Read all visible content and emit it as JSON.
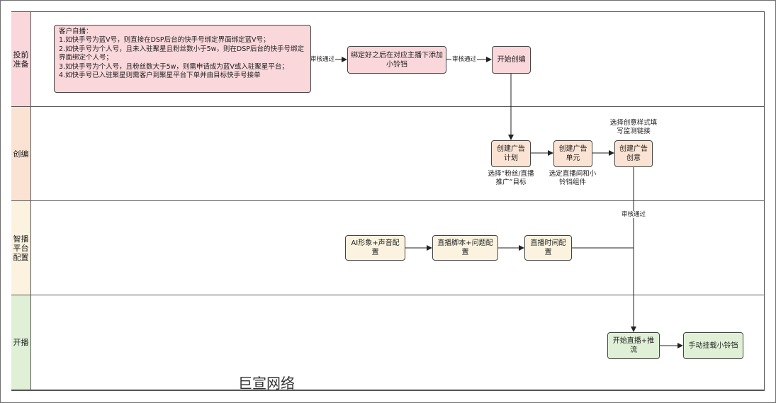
{
  "lanes": [
    {
      "label": "投前准备",
      "color": "#f9d7da"
    },
    {
      "label": "创编",
      "color": "#fbe3d3"
    },
    {
      "label": "智播平台配置",
      "color": "#fbf3e0"
    },
    {
      "label": "开播",
      "color": "#dff0d6"
    }
  ],
  "nodes": {
    "customer_note": {
      "title": "客户自播：",
      "lines": [
        "1.如快手号为蓝V号，则直接在DSP后台的快手号绑定界面绑定蓝V号；",
        "2.如快手号为个人号，且未入驻聚星且粉丝数小于5w，则在DSP后台的快手号绑定界面绑定个人号；",
        "3.如快手号为个人号，且粉丝数大于5w，则需申请成为蓝V或入驻聚星平台；",
        "4.如快手号已入驻聚星则需客户到聚星平台下单并由目标快手号接单"
      ]
    },
    "bind_bell": "绑定好之后在对应主播下添加小铃铛",
    "start_create": "开始创编",
    "create_plan": "创建广告计划",
    "create_unit": "创建广告单元",
    "create_creative": "创建广告创意",
    "ai_config": "AI形象+声音配置",
    "script_config": "直播脚本+问题配置",
    "time_config": "直播时间配置",
    "start_live": "开始直播+推流",
    "mount_bell": "手动挂载小铃铛"
  },
  "notes": {
    "plan_note": "选择“粉丝/直播推广”目标",
    "unit_note": "选定直播间和小铃铛组件",
    "creative_note": "选择创意样式填写监测链接"
  },
  "edge_labels": {
    "review1": "审核通过",
    "review2": "审核通过",
    "review3": "审核通过"
  },
  "brand": "巨宣网络"
}
